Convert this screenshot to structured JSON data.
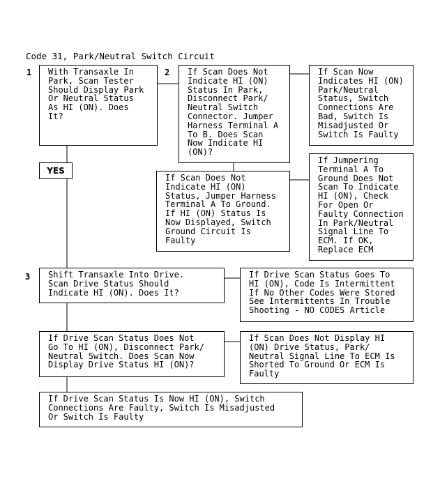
{
  "title": "Code 31, Park/Neutral Switch Circuit",
  "steps": {
    "s1": "1",
    "s2": "2",
    "s3": "3"
  },
  "yes_label": "YES",
  "boxes": {
    "b1": "With Transaxle In\nPark, Scan Tester\nShould Display Park\nOr Neutral Status\nAs HI (ON). Does\nIt?",
    "b2": "If Scan Does Not\nIndicate HI (ON)\nStatus In Park,\nDisconnect Park/\nNeutral Switch\nConnector. Jumper\nHarness Terminal A\nTo B. Does Scan\nNow Indicate HI\n(ON)?",
    "b3": "If Scan Now\nIndicates HI (ON)\nPark/Neutral\nStatus, Switch\nConnections Are\nBad, Switch Is\nMisadjusted Or\nSwitch Is Faulty",
    "b4": "If Scan Does Not\nIndicate HI (ON)\nStatus, Jumper Harness\nTerminal A To Ground.\nIf HI (ON) Status Is\nNow Displayed, Switch\nGround Circuit Is\nFaulty",
    "b5": "If Jumpering\nTerminal A To\nGround Does Not\nScan To Indicate\nHI (ON), Check\nFor Open Or\nFaulty Connection\nIn Park/Neutral\nSignal Line To\nECM. If OK,\nReplace ECM",
    "b6": "Shift Transaxle Into Drive.\nScan Drive Status Should\nIndicate HI (ON). Does It?",
    "b7": "If Drive Scan Status Goes To\nHI (ON), Code Is Intermittent\nIf No Other Codes Were Stored\nSee Intermittents In Trouble\nShooting - NO CODES Article",
    "b8": "If Drive Scan Status Does Not\nGo To HI (ON), Disconnect Park/\nNeutral Switch. Does Scan Now\nDisplay Drive Status HI (ON)?",
    "b9": "If Scan Does Not Display HI\n(ON) Drive Status, Park/\nNeutral Signal Line To ECM Is\nShorted To Ground Or ECM Is\nFaulty",
    "b10": "If Drive Scan Status Is Now HI (ON), Switch\nConnections Are Faulty, Switch Is Misadjusted\nOr Switch Is Faulty"
  }
}
